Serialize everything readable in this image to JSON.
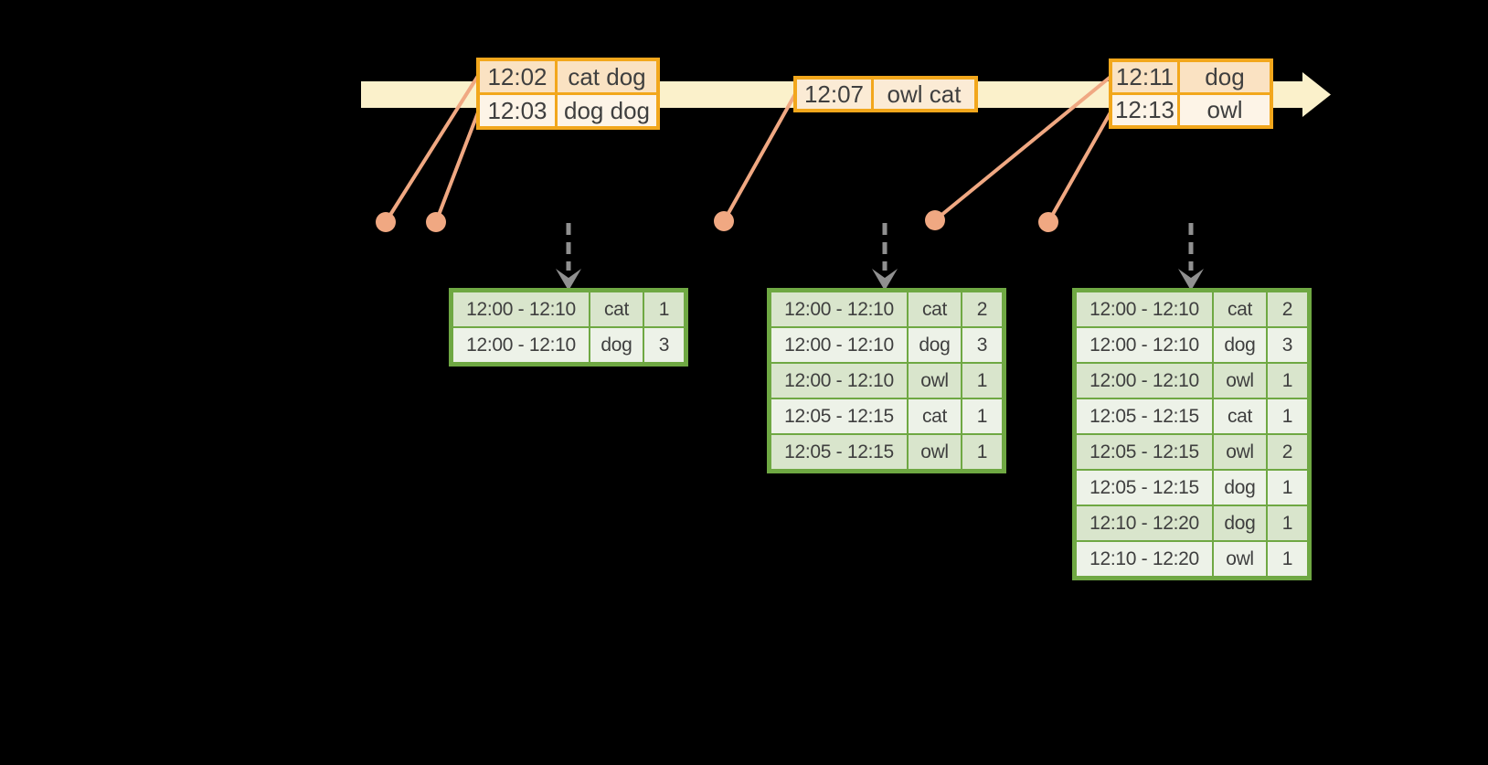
{
  "colors": {
    "background": "#000000",
    "timeline_fill": "#fbf1cb",
    "event_border": "#f2a71c",
    "event_row_dark": "#fae2c2",
    "event_row_light": "#fdf4e7",
    "event_row_mid": "#fbebd5",
    "connector": "#f0a882",
    "trigger_gray": "#909090",
    "result_border": "#6fa843",
    "result_row_dark": "#d9e5cc",
    "result_row_light": "#edf2e8",
    "text": "#3f3f3f"
  },
  "timeline": {
    "event_tables": [
      {
        "rows": [
          [
            "12:02",
            "cat dog"
          ],
          [
            "12:03",
            "dog dog"
          ]
        ]
      },
      {
        "rows": [
          [
            "12:07",
            "owl cat"
          ]
        ]
      },
      {
        "rows": [
          [
            "12:11",
            "dog"
          ],
          [
            "12:13",
            "owl"
          ]
        ]
      }
    ]
  },
  "result_tables": [
    {
      "rows": [
        [
          "12:00 - 12:10",
          "cat",
          "1"
        ],
        [
          "12:00 - 12:10",
          "dog",
          "3"
        ]
      ]
    },
    {
      "rows": [
        [
          "12:00 - 12:10",
          "cat",
          "2"
        ],
        [
          "12:00 - 12:10",
          "dog",
          "3"
        ],
        [
          "12:00 - 12:10",
          "owl",
          "1"
        ],
        [
          "12:05 - 12:15",
          "cat",
          "1"
        ],
        [
          "12:05 - 12:15",
          "owl",
          "1"
        ]
      ]
    },
    {
      "rows": [
        [
          "12:00 - 12:10",
          "cat",
          "2"
        ],
        [
          "12:00 - 12:10",
          "dog",
          "3"
        ],
        [
          "12:00 - 12:10",
          "owl",
          "1"
        ],
        [
          "12:05 - 12:15",
          "cat",
          "1"
        ],
        [
          "12:05 - 12:15",
          "owl",
          "2"
        ],
        [
          "12:05 - 12:15",
          "dog",
          "1"
        ],
        [
          "12:10 - 12:20",
          "dog",
          "1"
        ],
        [
          "12:10 - 12:20",
          "owl",
          "1"
        ]
      ]
    }
  ]
}
